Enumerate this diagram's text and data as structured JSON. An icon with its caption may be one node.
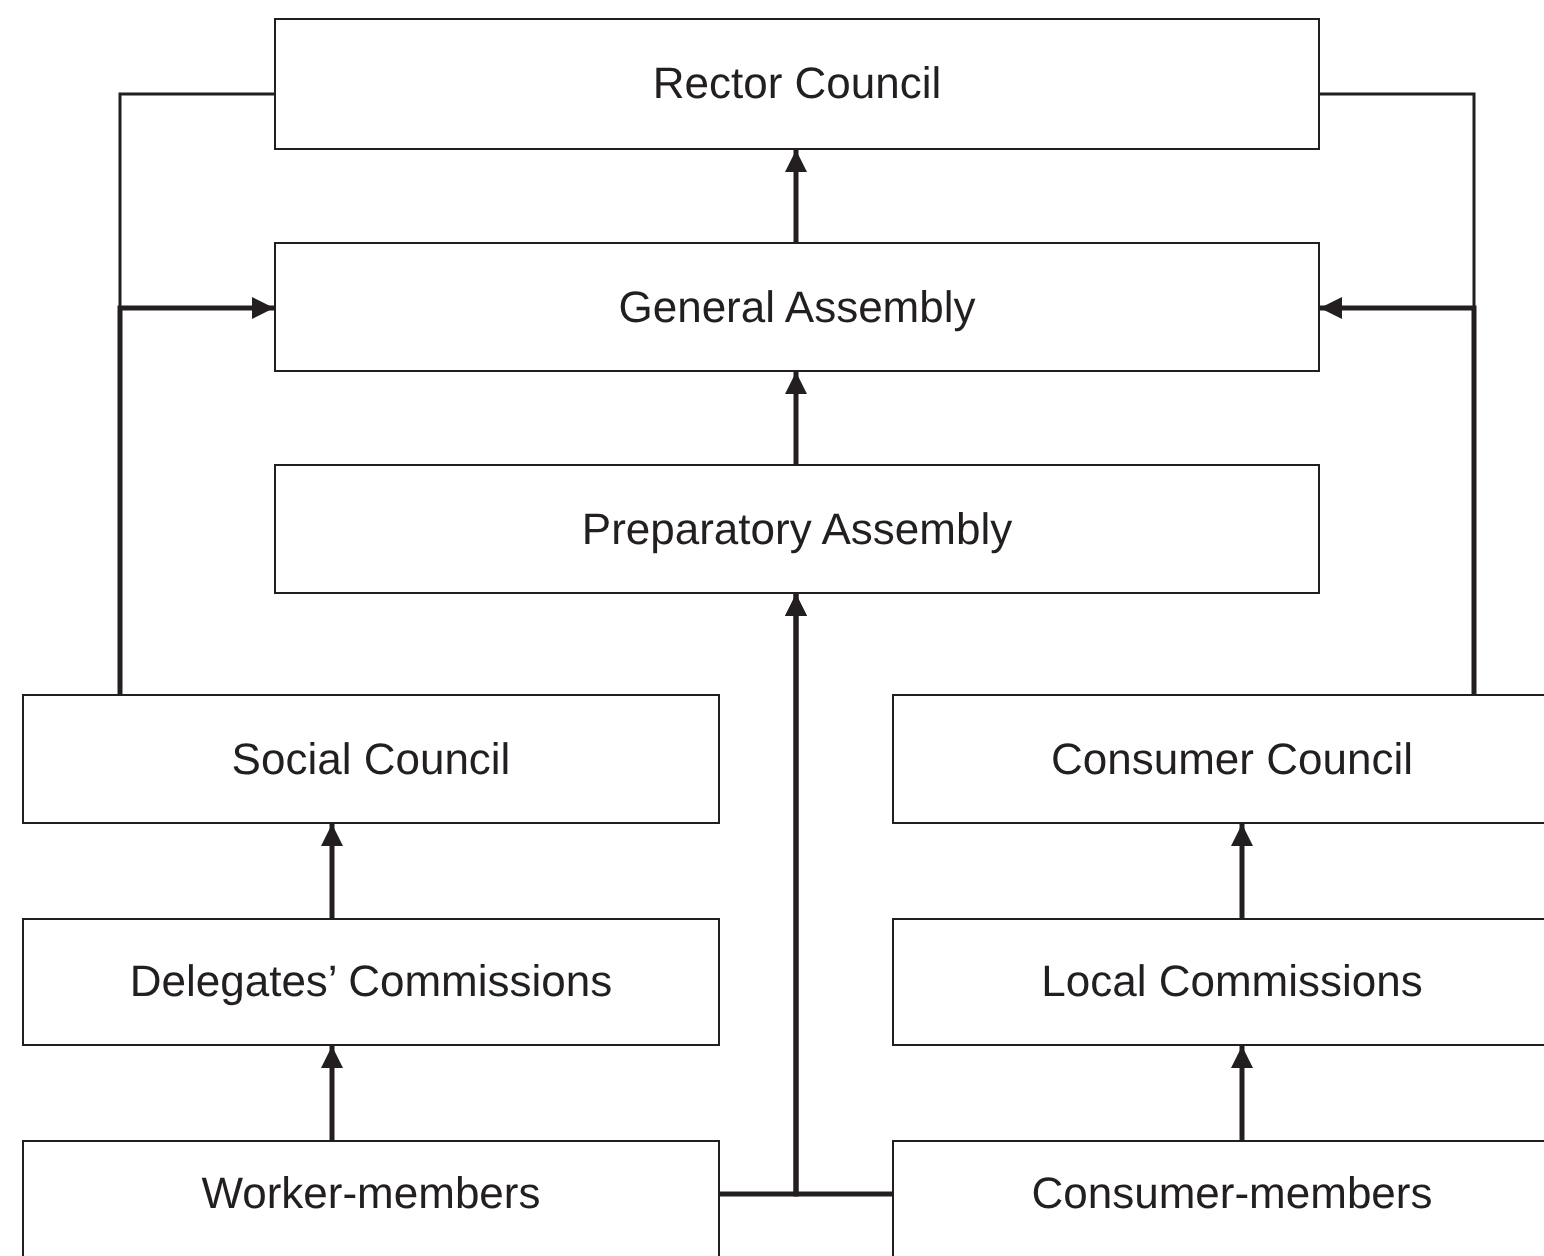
{
  "diagram": {
    "nodes": [
      {
        "text": [
          "Rector Council"
        ]
      },
      {
        "text": [
          "General Assembly"
        ]
      },
      {
        "text": [
          "Preparatory Assembly"
        ]
      },
      {
        "text": [
          "Social Council"
        ]
      },
      {
        "text": [
          "Consumer Council"
        ]
      },
      {
        "text": [
          "Delegates’ Commissions"
        ]
      },
      {
        "text": [
          "Local Commissions"
        ]
      },
      {
        "text": [
          "Worker-members"
        ]
      },
      {
        "text": [
          "Consumer-members"
        ]
      }
    ],
    "edges": [
      {
        "from": 1,
        "to": 0,
        "arrow": "to"
      },
      {
        "from": 2,
        "to": 1,
        "arrow": "to"
      },
      {
        "from": 3,
        "to": 0,
        "arrow": "none"
      },
      {
        "from": 3,
        "to": 1,
        "arrow": "to"
      },
      {
        "from": 4,
        "to": 0,
        "arrow": "none"
      },
      {
        "from": 4,
        "to": 1,
        "arrow": "to"
      },
      {
        "from": 5,
        "to": 3,
        "arrow": "to"
      },
      {
        "from": 7,
        "to": 5,
        "arrow": "to"
      },
      {
        "from": 6,
        "to": 4,
        "arrow": "to"
      },
      {
        "from": 8,
        "to": 6,
        "arrow": "to"
      },
      {
        "from": 7,
        "to": 2,
        "arrow": "to"
      },
      {
        "from": 8,
        "to": 2,
        "arrow": "to"
      }
    ]
  }
}
